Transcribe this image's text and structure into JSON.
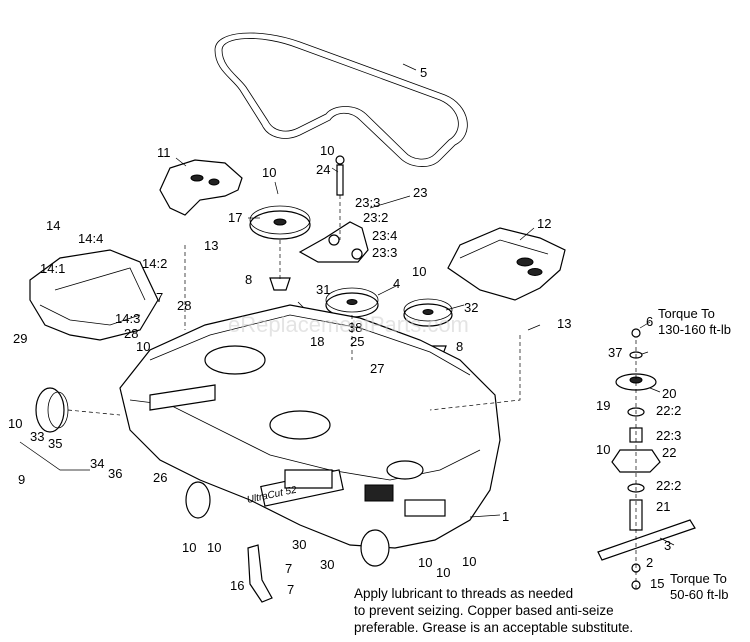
{
  "watermark": "eReplacementParts.com",
  "note": {
    "line1": "Apply lubricant to threads as needed",
    "line2": "to prevent seizing. Copper based anti-seize",
    "line3": "preferable. Grease is an acceptable substitute."
  },
  "torque_top": {
    "line1": "Torque To",
    "line2": "130-160 ft-lb"
  },
  "torque_bottom": {
    "line1": "Torque To",
    "line2": "50-60 ft-lb"
  },
  "deck_brand": "UltraCut 52",
  "callouts": [
    "5",
    "11",
    "10",
    "24",
    "23",
    "23:3",
    "23:2",
    "23:4",
    "23:3",
    "17",
    "12",
    "14",
    "14:4",
    "14:1",
    "14:2",
    "13",
    "8",
    "10",
    "4",
    "31",
    "32",
    "7",
    "28",
    "14:3",
    "28",
    "10",
    "29",
    "18",
    "38",
    "25",
    "8",
    "13",
    "6",
    "37",
    "27",
    "20",
    "19",
    "22:2",
    "22:3",
    "10",
    "22",
    "10",
    "33",
    "35",
    "9",
    "34",
    "36",
    "26",
    "1",
    "22:2",
    "21",
    "3",
    "10",
    "10",
    "30",
    "10",
    "10",
    "30",
    "10",
    "7",
    "16",
    "2",
    "15",
    "7"
  ]
}
